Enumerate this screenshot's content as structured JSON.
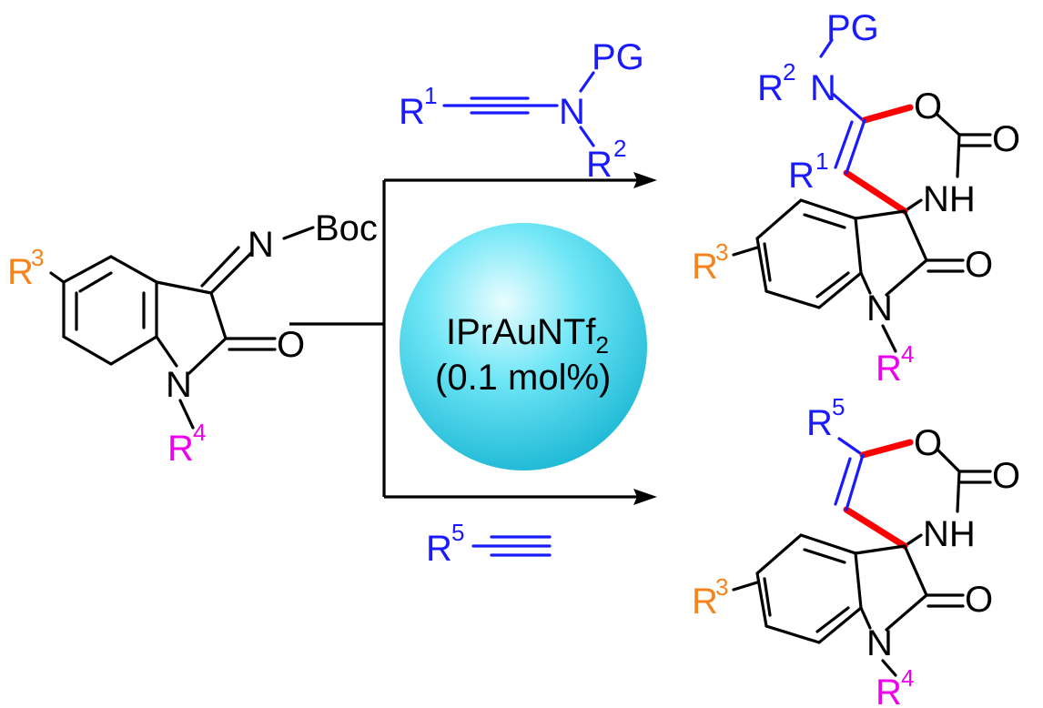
{
  "colors": {
    "substituent_blue": "#1a1aff",
    "r3_orange": "#f5841f",
    "r4_magenta": "#ee00ee",
    "new_bond_red": "#ff0000",
    "catalyst_cyan": "#3dd6ee"
  },
  "reactant": {
    "imine_n": "N",
    "boc": "Boc",
    "carbonyl_o": "O",
    "ring_n": "N",
    "r3_letter": "R",
    "r3_sup": "3",
    "r4_letter": "R",
    "r4_sup": "4"
  },
  "reagent_top": {
    "r1_letter": "R",
    "r1_sup": "1",
    "n": "N",
    "pg": "PG",
    "r2_letter": "R",
    "r2_sup": "2"
  },
  "reagent_bottom": {
    "r5_letter": "R",
    "r5_sup": "5"
  },
  "catalyst": {
    "line1_main": "IPrAuNTf",
    "line1_sub": "2",
    "line2": "(0.1 mol%)"
  },
  "product_top": {
    "pg": "PG",
    "r2_letter": "R",
    "r2_sup": "2",
    "n": "N",
    "ring_o": "O",
    "carbonyl_o": "O",
    "r1_letter": "R",
    "r1_sup": "1",
    "nh": "NH",
    "r3_letter": "R",
    "r3_sup": "3",
    "oxindole_o": "O",
    "ring_n": "N",
    "r4_letter": "R",
    "r4_sup": "4"
  },
  "product_bottom": {
    "r5_letter": "R",
    "r5_sup": "5",
    "ring_o": "O",
    "carbonyl_o": "O",
    "nh": "NH",
    "r3_letter": "R",
    "r3_sup": "3",
    "oxindole_o": "O",
    "ring_n": "N",
    "r4_letter": "R",
    "r4_sup": "4"
  }
}
